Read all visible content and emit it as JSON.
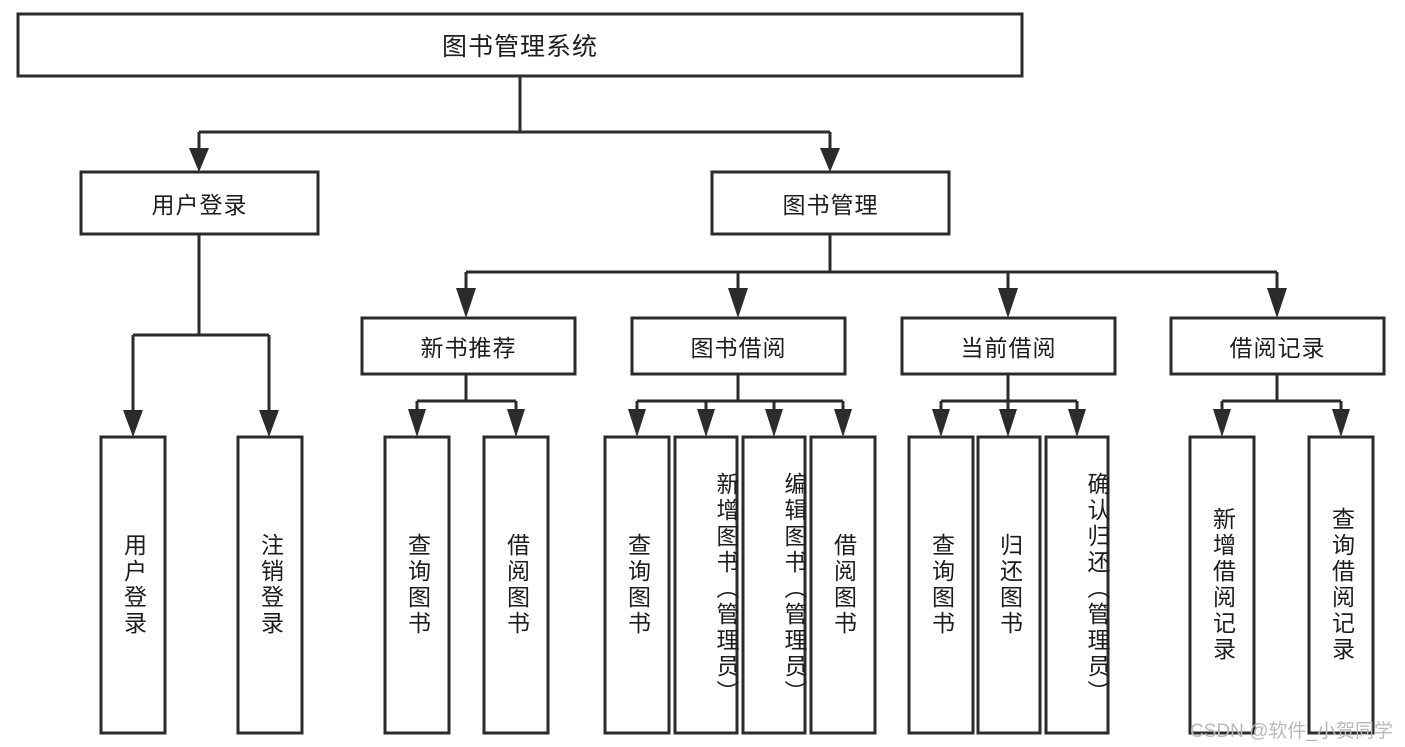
{
  "diagram": {
    "title": "图书管理系统",
    "type": "tree-hierarchy",
    "colors": {
      "stroke": "#2b2b2b",
      "box_fill": "#ffffff",
      "text": "#1d1d1d",
      "background": "#ffffff",
      "watermark": "#b9b9b9"
    },
    "nodes": {
      "root": {
        "label": "图书管理系统",
        "orientation": "horizontal"
      },
      "l1_user_login": {
        "label": "用户登录",
        "orientation": "horizontal"
      },
      "l1_book_manage": {
        "label": "图书管理",
        "orientation": "horizontal"
      },
      "l2_new_book_rec": {
        "label": "新书推荐",
        "orientation": "horizontal"
      },
      "l2_book_borrow": {
        "label": "图书借阅",
        "orientation": "horizontal"
      },
      "l2_current_borrow": {
        "label": "当前借阅",
        "orientation": "horizontal"
      },
      "l2_borrow_record": {
        "label": "借阅记录",
        "orientation": "horizontal"
      },
      "leaf_user_login": {
        "label": "用户登录",
        "orientation": "vertical"
      },
      "leaf_logout": {
        "label": "注销登录",
        "orientation": "vertical"
      },
      "leaf_query_book_1": {
        "label": "查询图书",
        "orientation": "vertical"
      },
      "leaf_borrow_book_1": {
        "label": "借阅图书",
        "orientation": "vertical"
      },
      "leaf_query_book_2": {
        "label": "查询图书",
        "orientation": "vertical"
      },
      "leaf_add_book": {
        "label": "新增图书（管理员）",
        "orientation": "vertical"
      },
      "leaf_edit_book": {
        "label": "编辑图书（管理员）",
        "orientation": "vertical"
      },
      "leaf_borrow_book_2": {
        "label": "借阅图书",
        "orientation": "vertical"
      },
      "leaf_query_book_3": {
        "label": "查询图书",
        "orientation": "vertical"
      },
      "leaf_return_book": {
        "label": "归还图书",
        "orientation": "vertical"
      },
      "leaf_confirm_return": {
        "label": "确认归还（管理员）",
        "orientation": "vertical"
      },
      "leaf_add_record": {
        "label": "新增借阅记录",
        "orientation": "vertical"
      },
      "leaf_query_record": {
        "label": "查询借阅记录",
        "orientation": "vertical"
      }
    },
    "edges": [
      {
        "from": "root",
        "to": "l1_user_login"
      },
      {
        "from": "root",
        "to": "l1_book_manage"
      },
      {
        "from": "l1_user_login",
        "to": "leaf_user_login"
      },
      {
        "from": "l1_user_login",
        "to": "leaf_logout"
      },
      {
        "from": "l1_book_manage",
        "to": "l2_new_book_rec"
      },
      {
        "from": "l1_book_manage",
        "to": "l2_book_borrow"
      },
      {
        "from": "l1_book_manage",
        "to": "l2_current_borrow"
      },
      {
        "from": "l1_book_manage",
        "to": "l2_borrow_record"
      },
      {
        "from": "l2_new_book_rec",
        "to": "leaf_query_book_1"
      },
      {
        "from": "l2_new_book_rec",
        "to": "leaf_borrow_book_1"
      },
      {
        "from": "l2_book_borrow",
        "to": "leaf_query_book_2"
      },
      {
        "from": "l2_book_borrow",
        "to": "leaf_add_book"
      },
      {
        "from": "l2_book_borrow",
        "to": "leaf_edit_book"
      },
      {
        "from": "l2_book_borrow",
        "to": "leaf_borrow_book_2"
      },
      {
        "from": "l2_current_borrow",
        "to": "leaf_query_book_3"
      },
      {
        "from": "l2_current_borrow",
        "to": "leaf_return_book"
      },
      {
        "from": "l2_current_borrow",
        "to": "leaf_confirm_return"
      },
      {
        "from": "l2_borrow_record",
        "to": "leaf_add_record"
      },
      {
        "from": "l2_borrow_record",
        "to": "leaf_query_record"
      }
    ]
  },
  "watermark": {
    "text": "CSDN @软件_小贺同学"
  }
}
